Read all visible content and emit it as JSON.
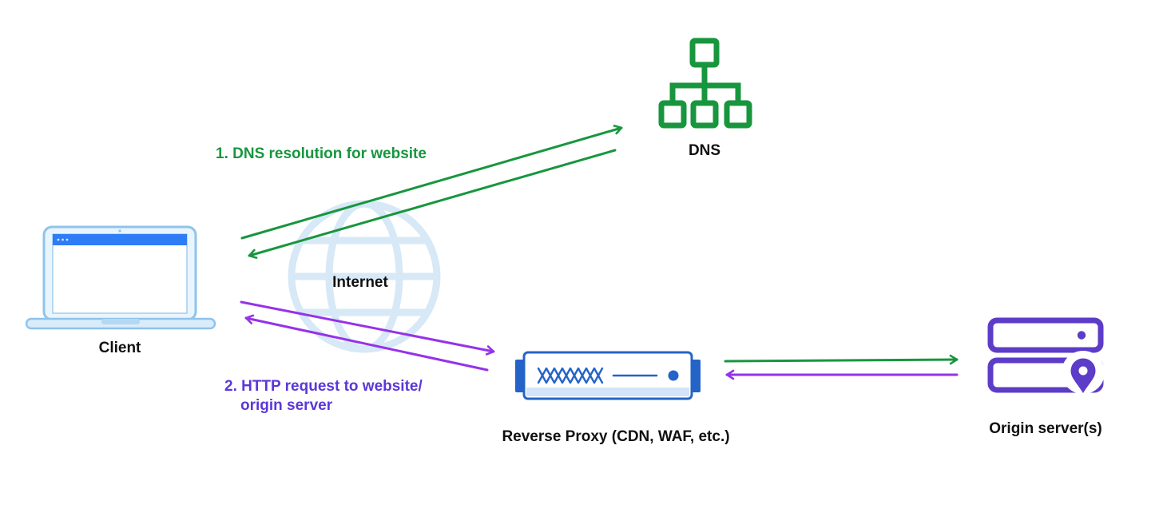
{
  "title": "Reverse proxy request flow diagram",
  "colors": {
    "green": "#18963e",
    "purple": "#9632ea",
    "annotation_purple": "#5b37d8",
    "blue": "#2464c8",
    "indigo": "#5d3cc8",
    "globe": "#d7e8f6",
    "proxy_strip": "#d3e3f8",
    "laptop_stroke": "#8fc3eb",
    "laptop_fill": "#e9f5fd",
    "laptop_bar": "#2e7cf6",
    "laptop_base": "#d8ecfb",
    "laptop_notch": "#b5d8f2",
    "text": "#101010"
  },
  "nodes": {
    "client": {
      "label": "Client"
    },
    "internet": {
      "label": "Internet"
    },
    "dns": {
      "label": "DNS"
    },
    "reverse_proxy": {
      "label": "Reverse Proxy (CDN, WAF, etc.)"
    },
    "origin": {
      "label": "Origin server(s)"
    }
  },
  "annotations": {
    "dns_step": "1. DNS resolution for website",
    "http_step_line1": "2. HTTP request to website/",
    "http_step_line2": "origin server"
  }
}
